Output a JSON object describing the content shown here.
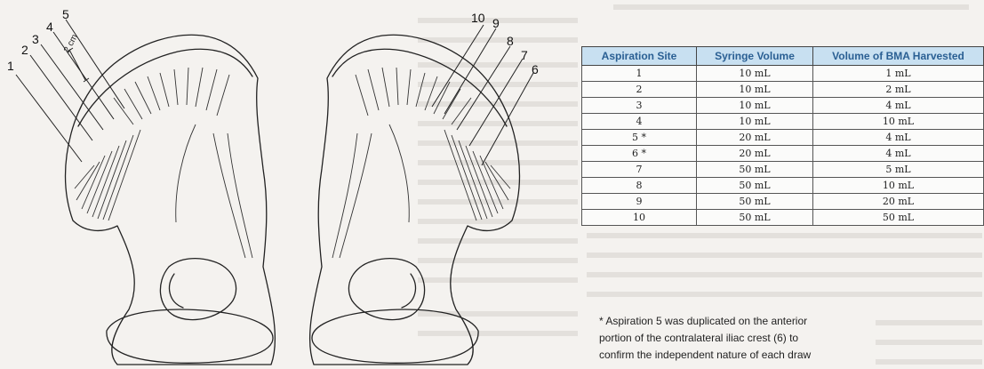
{
  "figure": {
    "site_numbers_left": [
      "1",
      "2",
      "3",
      "4",
      "5"
    ],
    "site_numbers_right": [
      "10",
      "9",
      "8",
      "7",
      "6"
    ],
    "scale_label": "2 cm"
  },
  "table": {
    "headers": [
      "Aspiration Site",
      "Syringe Volume",
      "Volume of BMA Harvested"
    ],
    "rows": [
      [
        "1",
        "10 mL",
        "1 mL"
      ],
      [
        "2",
        "10 mL",
        "2 mL"
      ],
      [
        "3",
        "10 mL",
        "4 mL"
      ],
      [
        "4",
        "10 mL",
        "10 mL"
      ],
      [
        "5 *",
        "20 mL",
        "4 mL"
      ],
      [
        "6 *",
        "20 mL",
        "4 mL"
      ],
      [
        "7",
        "50 mL",
        "5 mL"
      ],
      [
        "8",
        "50 mL",
        "10 mL"
      ],
      [
        "9",
        "50 mL",
        "20 mL"
      ],
      [
        "10",
        "50 mL",
        "50 mL"
      ]
    ]
  },
  "footnote": {
    "line1": "* Aspiration 5 was duplicated on the anterior",
    "line2": "portion of the contralateral iliac crest (6) to",
    "line3": "confirm the independent nature of each draw"
  },
  "colors": {
    "header_bg": "#c8e0f1",
    "header_text": "#2a5f93",
    "page_bg": "#f4f2ef"
  }
}
